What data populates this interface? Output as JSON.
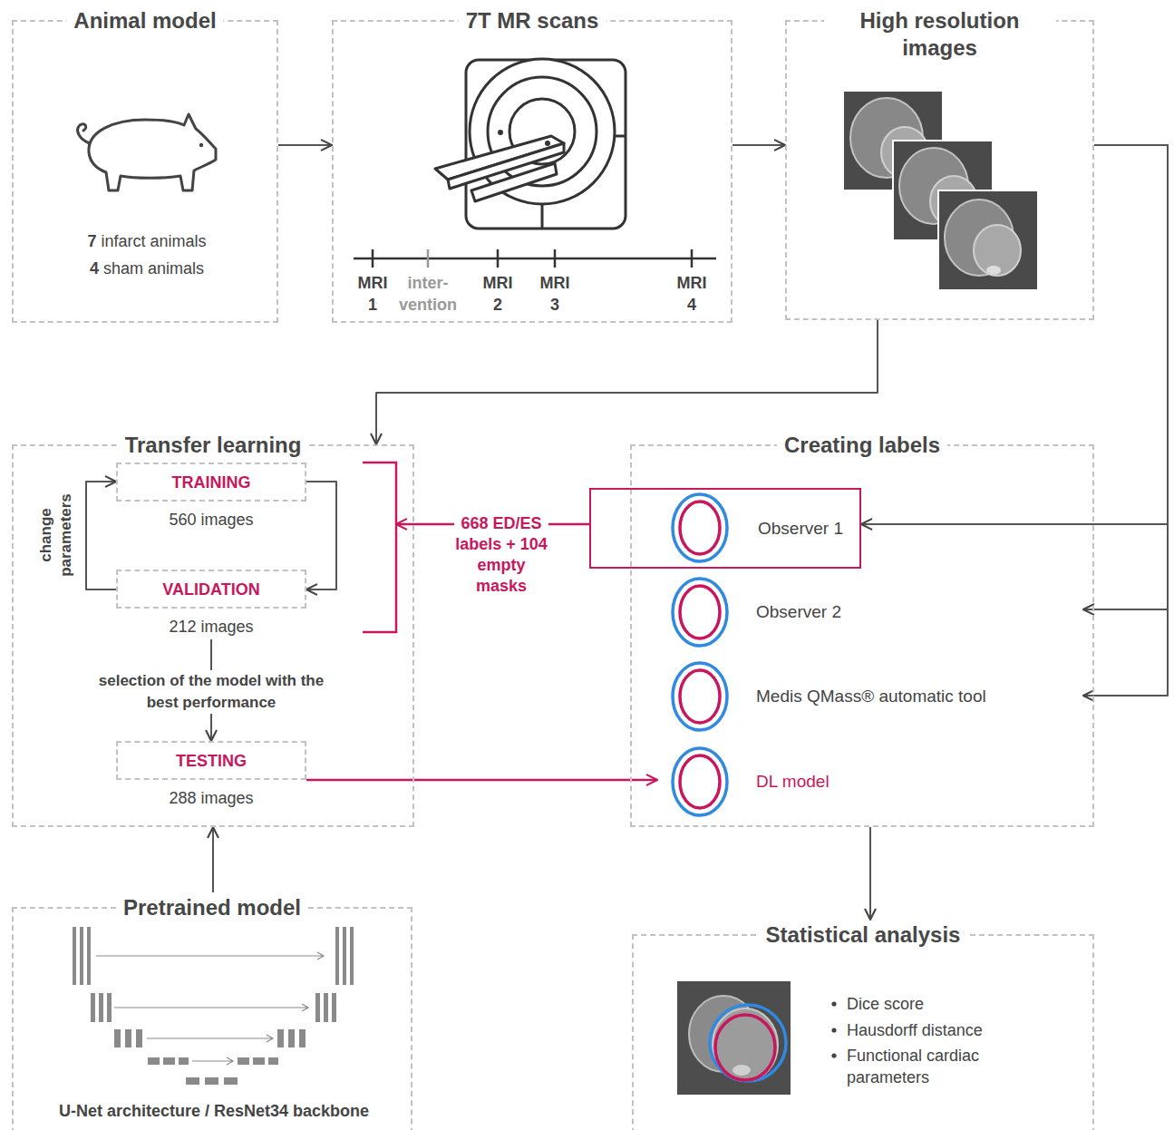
{
  "diagram": {
    "nodes": [
      {
        "text": [
          "Animal model",
          "7 infarct animals",
          "4 sham animals"
        ]
      },
      {
        "text": [
          "7T MR scans"
        ]
      },
      {
        "text": [
          "High resolution images"
        ]
      },
      {
        "text": [
          "Transfer learning"
        ]
      },
      {
        "text": [
          "TRAINING",
          "560 images"
        ],
        "in": 3
      },
      {
        "text": [
          "VALIDATION",
          "212 images"
        ],
        "in": 3
      },
      {
        "text": [
          "TESTING",
          "288 images"
        ],
        "in": 3
      },
      {
        "text": [
          "Creating labels"
        ]
      },
      {
        "text": [
          "Observer 1"
        ],
        "in": 7
      },
      {
        "text": [
          "Observer 2"
        ],
        "in": 7
      },
      {
        "text": [
          "Medis QMass® automatic tool"
        ],
        "in": 7
      },
      {
        "text": [
          "DL model"
        ],
        "in": 7
      },
      {
        "text": [
          "Pretrained model",
          "U-Net architecture / ResNet34 backbone"
        ]
      },
      {
        "text": [
          "Statistical analysis",
          "Dice score",
          "Hausdorff distance",
          "Functional cardiac parameters"
        ]
      }
    ],
    "edges": [
      {
        "from": 0,
        "to": 1,
        "arrow": "to"
      },
      {
        "from": 1,
        "to": 2,
        "arrow": "to"
      },
      {
        "from": 2,
        "to": 3,
        "arrow": "to"
      },
      {
        "from": 2,
        "to": 8,
        "arrow": "to"
      },
      {
        "from": 2,
        "to": 9,
        "arrow": "to"
      },
      {
        "from": 2,
        "to": 10,
        "arrow": "to"
      },
      {
        "from": 8,
        "to": 3,
        "arrow": "to",
        "label": "668 ED/ES labels + 104 empty masks"
      },
      {
        "from": 4,
        "to": 5,
        "arrow": "to"
      },
      {
        "from": 5,
        "to": 4,
        "arrow": "to",
        "label": "change parameters"
      },
      {
        "from": 5,
        "to": 6,
        "arrow": "to",
        "label": "selection of the model with the best performance"
      },
      {
        "from": 6,
        "to": 11,
        "arrow": "to"
      },
      {
        "from": 12,
        "to": 3,
        "arrow": "to"
      },
      {
        "from": 7,
        "to": 13,
        "arrow": "to"
      }
    ],
    "labels": [
      "MRI 1",
      "inter- vention",
      "MRI 2",
      "MRI 3",
      "MRI 4"
    ]
  }
}
